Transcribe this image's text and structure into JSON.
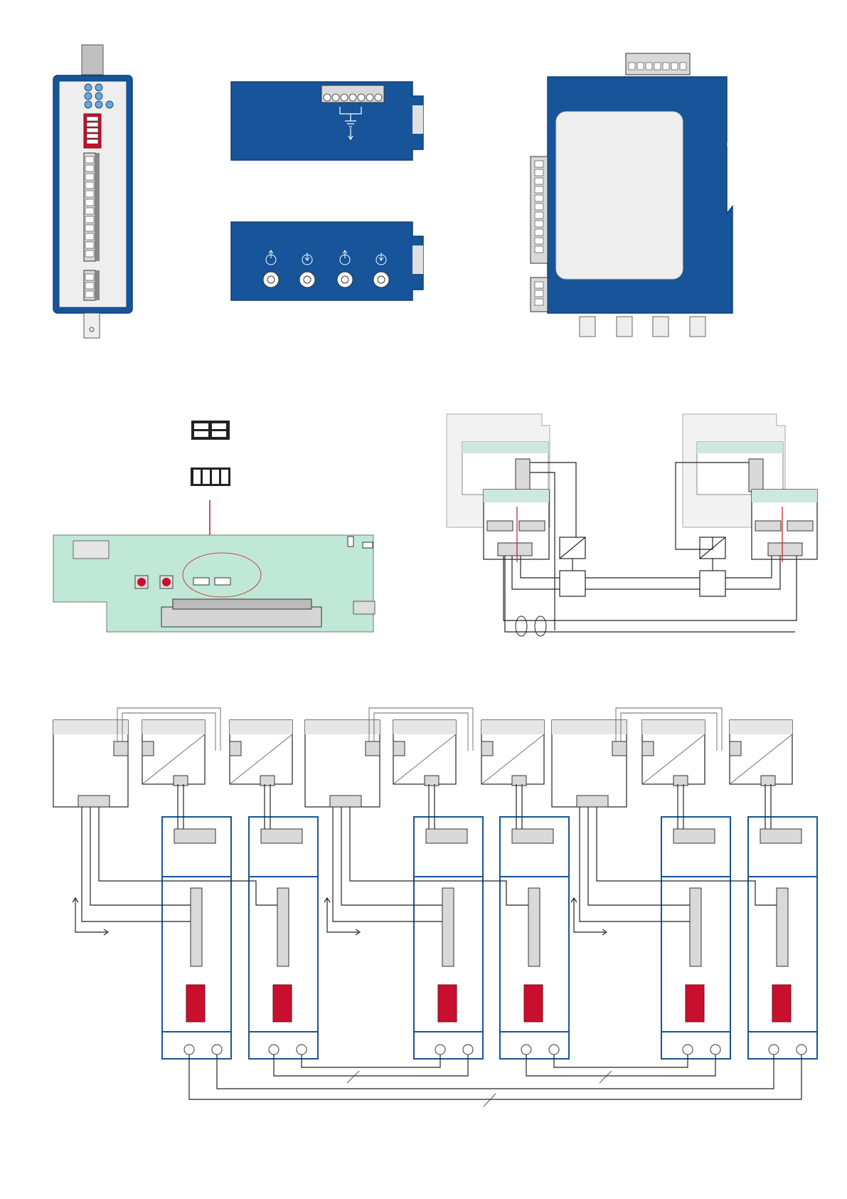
{
  "page": {
    "background": "#ffffff",
    "colors": {
      "device_blue": "#17549a",
      "dip_switch_red": "#c8102e",
      "pcb_mint": "#bfe8d6",
      "signal_red": "#c8102e"
    }
  },
  "figures": [
    {
      "id": "front-view",
      "kind": "din-rail module front view",
      "features": [
        "status-led-grid",
        "red-dip-switch",
        "terminal-strip-main",
        "terminal-strip-aux"
      ]
    },
    {
      "id": "top-view",
      "kind": "module top view",
      "features": [
        "terminal-block-7",
        "ground-symbol"
      ]
    },
    {
      "id": "bottom-view",
      "kind": "module bottom view",
      "features": [
        "bnc-connectors-4",
        "tx-rx-arrows"
      ]
    },
    {
      "id": "side-view",
      "kind": "module side view",
      "features": [
        "label-panel",
        "terminal-columns",
        "din-clips"
      ]
    },
    {
      "id": "jumper-detail",
      "kind": "pcb jumper detail",
      "features": [
        "jumper-2x2",
        "jumper-1x4",
        "pcb-board",
        "rotary-switches"
      ]
    },
    {
      "id": "link-diagram",
      "kind": "point-to-point fiber link",
      "features": [
        "two-stations",
        "converters",
        "shielded-cable"
      ]
    },
    {
      "id": "ring-diagram",
      "kind": "multi-station ring wiring",
      "features": [
        "three-station-groups",
        "bnc-ring-cables"
      ]
    }
  ]
}
